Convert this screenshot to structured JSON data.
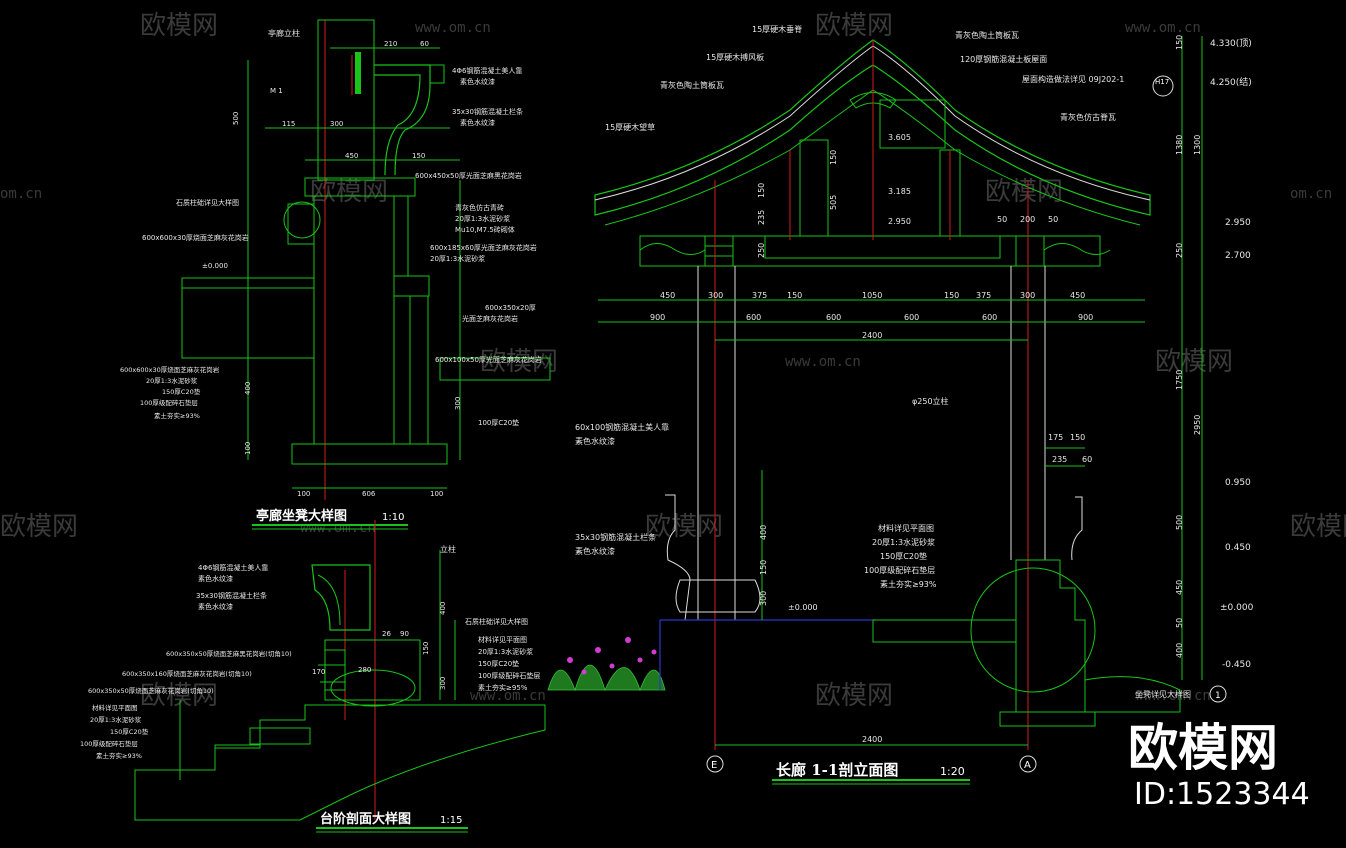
{
  "watermark": {
    "brand": "欧模网",
    "url": "www.om.cn",
    "url_short": "om.cn",
    "logo_id": "ID:1523344"
  },
  "colors": {
    "background": "#000000",
    "lines": "#19c419",
    "text": "#e8e8e8",
    "axis": "#d21a1a",
    "hatch": "#2a7a2a"
  },
  "titles": {
    "bench": "亭廊坐凳大样图",
    "bench_scale": "1:10",
    "steps": "台阶剖面大样图",
    "steps_scale": "1:15",
    "section": "长廊 1-1剖立面图",
    "section_scale": "1:20"
  },
  "bench": {
    "top_label": "亭廊立柱",
    "dims_top": [
      "210",
      "60"
    ],
    "dims_mid": [
      "115",
      "300",
      "150"
    ],
    "dim_450": "450",
    "m1": "M 1",
    "d500": "500",
    "labels_right": [
      "4Φ6钢筋混凝土美人靠",
      "素色水纹漆",
      "35x30钢筋混凝土栏条",
      "素色水纹漆",
      "600x450x50厚光面芝麻黑花岗岩",
      "青灰色仿古青砖",
      "20厚1:3水泥砂浆",
      "Mu10,M7.5砖砌体",
      "600x185x60厚光面芝麻灰花岗岩",
      "20厚1:3水泥砂浆",
      "600x350x20厚",
      "光面芝麻灰花岗岩",
      "600x100x50厚光面芝麻灰花岗岩",
      "100厚C20垫"
    ],
    "labels_left": [
      "石质柱础详见大样图",
      "600x600x30厚烧面芝麻灰花岗岩",
      "±0.000",
      "600x600x30厚烧面芝麻灰花岗岩",
      "20厚1:3水泥砂浆",
      "150厚C20垫",
      "100厚级配碎石垫层",
      "素土夯实≥93%"
    ],
    "dims_vert": [
      "400",
      "100",
      "300"
    ],
    "dims_bottom": [
      "100",
      "606",
      "100"
    ]
  },
  "steps": {
    "label_top": "立柱",
    "labels_left": [
      "4Φ6钢筋混凝土美人靠",
      "素色水纹漆",
      "35x30钢筋混凝土栏条",
      "素色水纹漆",
      "600x350x50厚烧面芝麻黑花岗岩(切角10)",
      "600x350x160厚烧面芝麻灰花岗岩(切角10)",
      "600x350x50厚烧面芝麻灰花岗岩(切角10)",
      "材料详见平面图",
      "20厚1:3水泥砂浆",
      "150厚C20垫",
      "100厚级配碎石垫层",
      "素土夯实≥93%"
    ],
    "labels_right": [
      "石质柱础详见大样图",
      "材料详见平面图",
      "20厚1:3水泥砂浆",
      "150厚C20垫",
      "100厚级配碎石垫层",
      "素土夯实≥95%"
    ],
    "dims": [
      "170",
      "280",
      "26",
      "90",
      "400",
      "150",
      "300"
    ]
  },
  "section": {
    "roof_labels": [
      "15厚硬木垂脊",
      "15厚硬木搏风板",
      "青灰色陶土筒板瓦",
      "15厚硬木望草",
      "青灰色陶土筒板瓦",
      "120厚钢筋混凝土板屋面",
      "屋面构造做法详见 09J202-1",
      "青灰色仿古脊瓦"
    ],
    "ref_mark": "H17",
    "elev_inner": [
      "3.605",
      "3.185",
      "2.950"
    ],
    "elev_right": [
      "4.330(顶)",
      "4.250(结)",
      "2.950",
      "2.700",
      "0.950",
      "0.450",
      "±0.000",
      "-0.450"
    ],
    "dims_row1": [
      "450",
      "300",
      "375",
      "150",
      "1050",
      "150",
      "375",
      "300",
      "450"
    ],
    "dims_row2": [
      "900",
      "600",
      "600",
      "600",
      "600",
      "900"
    ],
    "total": "2400",
    "column": "φ250立柱",
    "labels_left": [
      "60x100钢筋混凝土美人靠",
      "素色水纹漆",
      "35x30钢筋混凝土栏条",
      "素色水纹漆"
    ],
    "labels_right": [
      "材料详见平面图",
      "20厚1:3水泥砂浆",
      "150厚C20垫",
      "100厚级配碎石垫层",
      "素土夯实≥93%"
    ],
    "dims_small": [
      "175",
      "150",
      "235",
      "60"
    ],
    "dims_vert_left": [
      "150",
      "235",
      "505",
      "250",
      "150",
      "400",
      "150",
      "300"
    ],
    "dims_vert_right": [
      "150",
      "1380",
      "1300",
      "250",
      "1750",
      "2950",
      "500",
      "450",
      "50",
      "400"
    ],
    "inner_dims": [
      "50",
      "200",
      "50"
    ],
    "zero": "±0.000",
    "axis_left": "E",
    "axis_right": "A",
    "bottom_total": "2400",
    "detail_label": "坐凳详见大样图",
    "detail_num": "1"
  }
}
